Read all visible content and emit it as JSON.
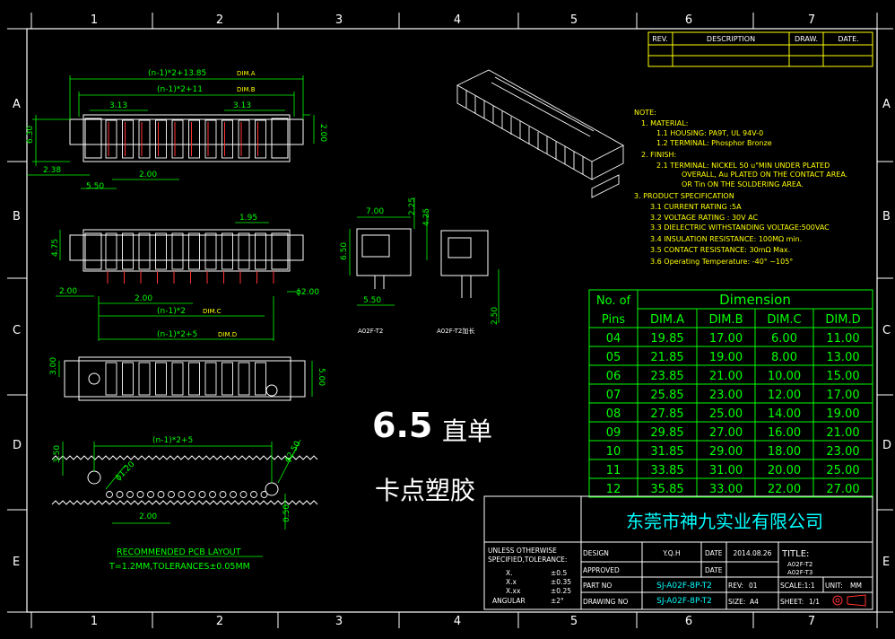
{
  "border": {
    "columns": [
      "1",
      "2",
      "3",
      "4",
      "5",
      "6",
      "7"
    ],
    "rows": [
      "A",
      "B",
      "C",
      "D",
      "E"
    ]
  },
  "revision_table": {
    "headers": [
      "REV.",
      "DESCRIPTION",
      "DRAW.",
      "DATE."
    ]
  },
  "notes": {
    "title": "NOTE:",
    "lines": [
      "1. MATERIAL:",
      "1.1 HOUSING: PA9T, UL 94V-0",
      "1.2 TERMINAL: Phosphor Bronze",
      "2. FINISH:",
      "2.1 TERMINAL: NICKEL 50 u\"MIN UNDER PLATED",
      "OVERALL, Au PLATED ON THE CONTACT AREA.",
      "OR Tin ON THE SOLDERING AREA.",
      "3. PRODUCT SPECIFICATION",
      "3.1 CURRENT RATING :5A",
      "3.2 VOLTAGE RATING : 30V AC",
      "3.3 DIELECTRIC WITHSTANDING VOLTAGE:500VAC",
      "3.4 INSULATION RESISTANCE: 100MΩ min.",
      "3.5 CONTACT RESISTANCE: 30mΩ Max.",
      "3.6 Operating Temperature: -40° ~105°"
    ]
  },
  "dimension_table": {
    "title": "Dimension",
    "pins_header_1": "No. of",
    "pins_header_2": "Pins",
    "columns": [
      "DIM.A",
      "DIM.B",
      "DIM.C",
      "DIM.D"
    ],
    "rows": [
      [
        "04",
        "19.85",
        "17.00",
        "6.00",
        "11.00"
      ],
      [
        "05",
        "21.85",
        "19.00",
        "8.00",
        "13.00"
      ],
      [
        "06",
        "23.85",
        "21.00",
        "10.00",
        "15.00"
      ],
      [
        "07",
        "25.85",
        "23.00",
        "12.00",
        "17.00"
      ],
      [
        "08",
        "27.85",
        "25.00",
        "14.00",
        "19.00"
      ],
      [
        "09",
        "29.85",
        "27.00",
        "16.00",
        "21.00"
      ],
      [
        "10",
        "31.85",
        "29.00",
        "18.00",
        "23.00"
      ],
      [
        "11",
        "33.85",
        "31.00",
        "20.00",
        "25.00"
      ],
      [
        "12",
        "35.85",
        "33.00",
        "22.00",
        "27.00"
      ]
    ]
  },
  "big_label": {
    "number": "6.5",
    "line1_cn": "直单",
    "line2_cn": "卡点塑胶"
  },
  "top_view": {
    "dim_a_formula": "(n-1)*2+13.85",
    "dim_a_tag": "DIM.A",
    "dim_b_formula": "(n-1)*2+11",
    "dim_b_tag": "DIM.B",
    "pitch_left": "3.13",
    "pitch_right": "3.13",
    "height": "6.30",
    "right_height": "2.00",
    "left_offset": "2.38",
    "bottom_width": "5.50",
    "pitch": "2.00"
  },
  "front_view": {
    "top_width": "1.95",
    "height": "4.75",
    "left_offset": "2.00",
    "pitch": "2.00",
    "hole_dia": "ϕ2.00",
    "dim_c_formula": "(n-1)*2",
    "dim_c_tag": "DIM.C",
    "dim_d_formula": "(n-1)*2+5",
    "dim_d_tag": "DIM.D"
  },
  "bottom_view": {
    "height_left": "3.00",
    "height_right": "5.00"
  },
  "side_view": {
    "top_width": "7.00",
    "dim_225": "2.25",
    "dim_425": "4.25",
    "height": "6.50",
    "bottom_width": "5.50",
    "pin_len": "2.50",
    "label_1": "A02F-T2",
    "label_2": "A02F-T2加长"
  },
  "pcb_layout": {
    "formula": "(n-1)*2+5",
    "dim_350": "3.50",
    "hole_large": "ϕ2.50",
    "hole_small": "ϕ1.20",
    "pitch": "2.00",
    "dim_050": "0.50",
    "title": "RECOMMENDED PCB LAYOUT",
    "subtitle": "T=1.2MM,TOLERANCES±0.05MM"
  },
  "title_block": {
    "company": "东莞市神九实业有限公司",
    "tolerance_head_1": "UNLESS OTHERWISE",
    "tolerance_head_2": "SPECIFIED,TOLERANCE:",
    "tol_rows": [
      [
        "X.",
        "±0.5"
      ],
      [
        "X.x",
        "±0.35"
      ],
      [
        "X.xx",
        "±0.25"
      ],
      [
        "ANGULAR",
        "±2°"
      ]
    ],
    "design_label": "DESIGN",
    "design_value": "Y.Q.H",
    "date_label": "DATE",
    "date_value": "2014.08.26",
    "approved_label": "APPROVED",
    "date2_label": "DATE",
    "title_label": "TITLE:",
    "title_1": "A02F-T2",
    "title_2": "A02F-T3",
    "part_no_label": "PART NO",
    "part_no_value": "SJ-A02F-8P-T2",
    "rev_label": "REV:",
    "rev_value": "01",
    "scale_label": "SCALE:1:1",
    "unit_label": "UNIT:",
    "unit_value": "MM",
    "drawing_no_label": "DRAWING NO",
    "drawing_no_value": "SJ-A02F-8P-T2",
    "size_label": "SIZE:",
    "size_value": "A4",
    "sheet_label": "SHEET:",
    "sheet_value": "1/1"
  },
  "colors": {
    "frame": "#ffffff",
    "table": "#00ff00",
    "dimension": "#00ff00",
    "notes": "#ffff00",
    "outline": "#ffffff",
    "pin_red": "#ff3333",
    "title_text": "#00ffff"
  }
}
